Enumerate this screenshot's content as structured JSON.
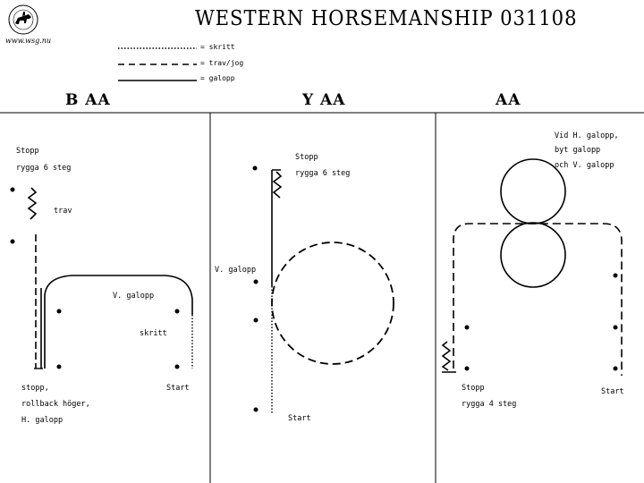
{
  "header": {
    "title": "WESTERN HORSEMANSHIP 031108",
    "website": "www.wsg.nu",
    "logo_text": "THE WESTERN SADDLE CLUB SWEDEN"
  },
  "legend": [
    {
      "style": "dotted",
      "label": "= skritt"
    },
    {
      "style": "dashed",
      "label": "= trav/jog"
    },
    {
      "style": "solid",
      "label": "= galopp"
    }
  ],
  "patterns": [
    {
      "title": "B AA",
      "labels": {
        "stop": "Stopp",
        "backup": "rygga 6 steg",
        "trot": "trav",
        "lead": "V. galopp",
        "walk": "skritt",
        "start": "Start",
        "finish_1": "stopp,",
        "finish_2": "rollback höger,",
        "finish_3": "H. galopp"
      }
    },
    {
      "title": "Y AA",
      "labels": {
        "stop": "Stopp",
        "backup": "rygga 6 steg",
        "lead": "V. galopp",
        "start": "Start"
      }
    },
    {
      "title": "AA",
      "labels": {
        "top_1": "Vid H. galopp,",
        "top_2": "byt galopp",
        "top_3": "och V. galopp",
        "stop": "Stopp",
        "backup": "rygga 4 steg",
        "start": "Start"
      }
    }
  ],
  "colors": {
    "ink": "#000000",
    "background": "#ffffff"
  }
}
